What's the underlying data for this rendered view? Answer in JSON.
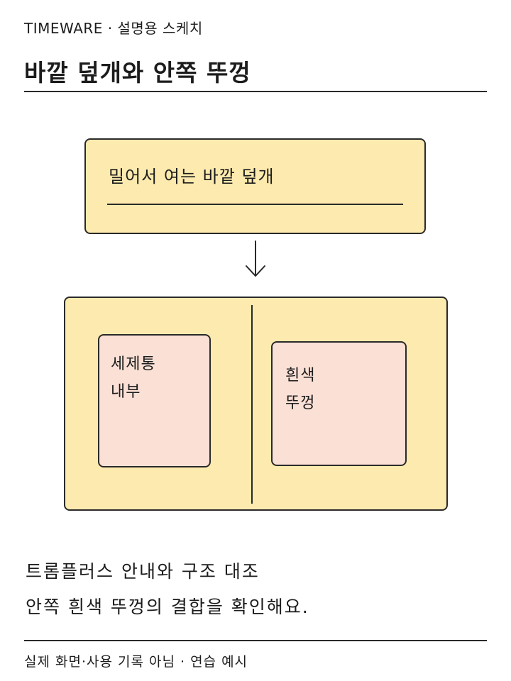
{
  "header": {
    "kicker": "TIMEWARE · 설명용 스케치",
    "title": "바깥 덮개와 안쪽 뚜껑"
  },
  "diagram": {
    "outer_lid_label": "밀어서 여는 바깥 덮개",
    "left_panel": [
      "세제통",
      "내부"
    ],
    "right_panel": [
      "흰색",
      "뚜껑"
    ]
  },
  "caption": {
    "line1": "트롬플러스 안내와 구조 대조",
    "line2": "안쪽 흰색 뚜껑의 결합을 확인해요."
  },
  "footer": "실제 화면·사용 기록 아님 · 연습 예시",
  "colors": {
    "box_fill": "#fdeaae",
    "panel_fill": "#fbe0d6",
    "ink": "#2a2a2a"
  }
}
